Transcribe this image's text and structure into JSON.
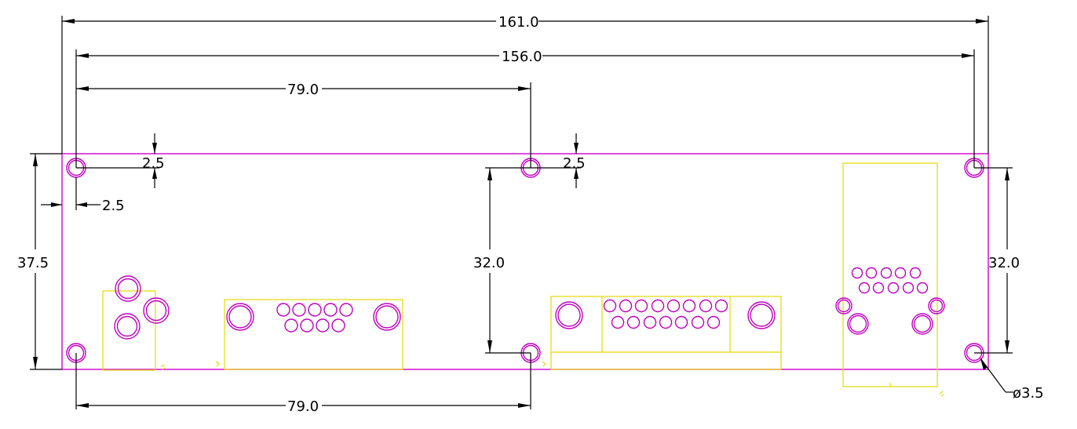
{
  "dimensions": {
    "overall_width": "161.0",
    "hole_span_width": "156.0",
    "hole_pitch_top": "79.0",
    "hole_pitch_bottom": "79.0",
    "overall_height": "37.5",
    "hole_span_height_middle": "32.0",
    "hole_span_height_right": "32.0",
    "edge_offset_top_left": "2.5",
    "edge_offset_top_middle": "2.5",
    "edge_offset_left": "2.5",
    "hole_diameter": "ø3.5"
  },
  "colors": {
    "board_outline": "#d000d0",
    "holes": "#c000c0",
    "connectors": "#e6d800",
    "dimension_lines": "#000000"
  }
}
